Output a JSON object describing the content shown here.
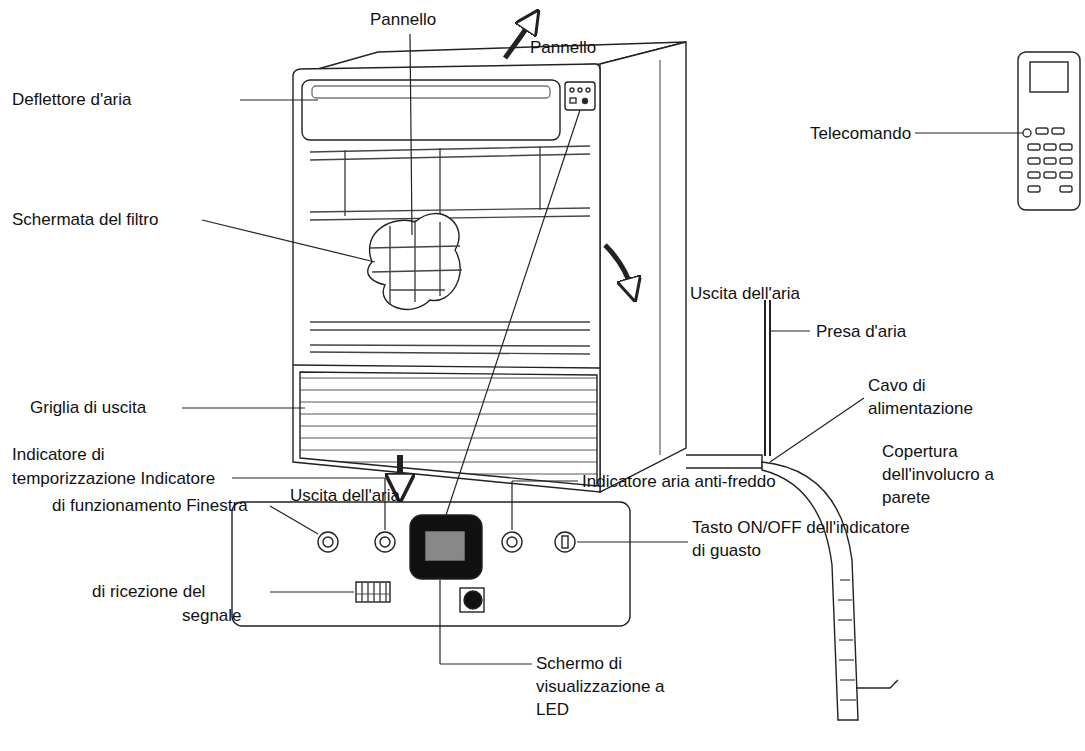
{
  "diagram": {
    "labels": [
      "Pannello",
      "Pannello",
      "Deflettore d'aria",
      "Telecomando",
      "Schermata del filtro",
      "Uscita dell'aria",
      "Presa d'aria",
      "Griglia di uscita",
      "Cavo di alimentazione",
      "Indicatore di",
      "temporizzazione Indicatore",
      "Uscita dell'aria",
      "Indicatore aria anti-freddo",
      "di funzionamento Finestra",
      "Tasto ON/OFF dell'indicatore di guasto",
      "Copertura dell'involucro a parete",
      "di ricezione del",
      "segnale",
      "Schermo di visualizzazione a LED"
    ]
  }
}
